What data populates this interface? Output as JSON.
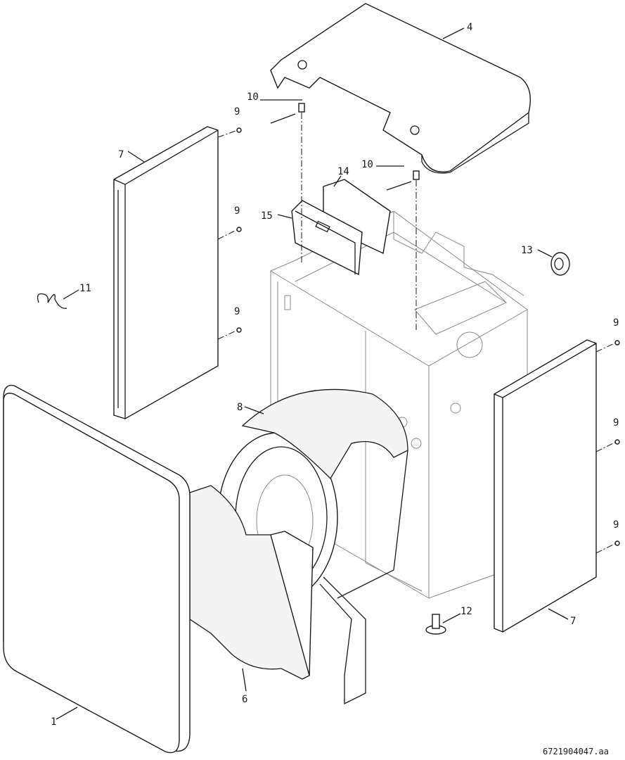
{
  "diagram": {
    "title": "Exploded view of appliance casing",
    "drawing_number": "6721904047.aa",
    "callouts": [
      {
        "id": "1"
      },
      {
        "id": "4"
      },
      {
        "id": "6"
      },
      {
        "id": "7"
      },
      {
        "id": "7"
      },
      {
        "id": "8"
      },
      {
        "id": "9"
      },
      {
        "id": "9"
      },
      {
        "id": "9"
      },
      {
        "id": "9"
      },
      {
        "id": "9"
      },
      {
        "id": "9"
      },
      {
        "id": "10"
      },
      {
        "id": "10"
      },
      {
        "id": "11"
      },
      {
        "id": "12"
      },
      {
        "id": "13"
      },
      {
        "id": "14"
      },
      {
        "id": "15"
      }
    ]
  }
}
